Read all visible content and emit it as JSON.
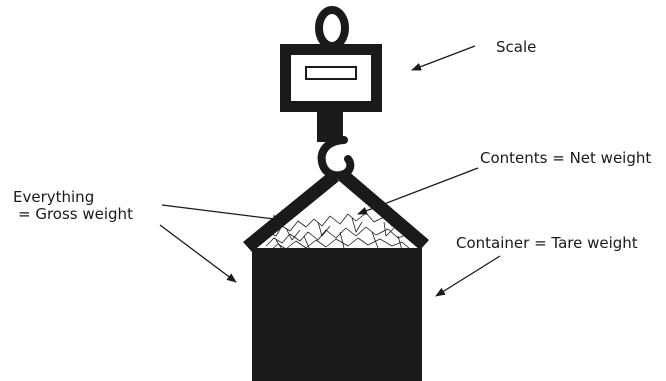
{
  "labels": {
    "scale": "Scale",
    "contents": "Contents = Net weight",
    "gross_line1": "Everything",
    "gross_line2": "= Gross weight",
    "container": "Container = Tare weight"
  },
  "colors": {
    "ink": "#1a1a1a",
    "background": "#ffffff"
  }
}
